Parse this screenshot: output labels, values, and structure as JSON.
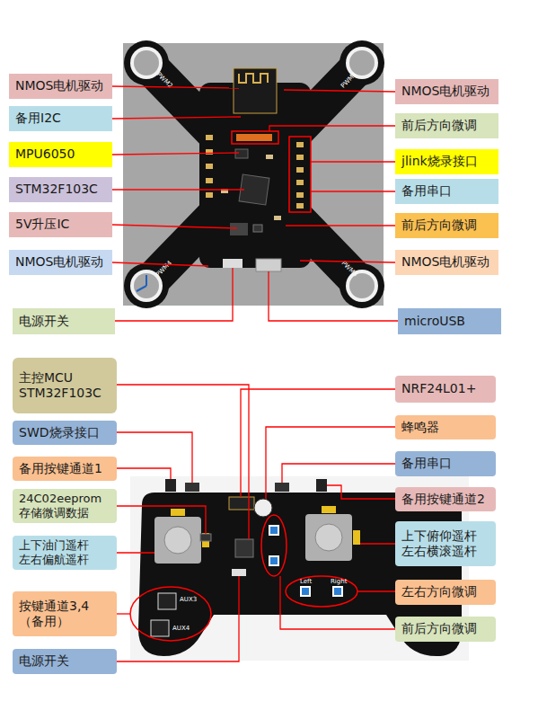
{
  "diagram": {
    "nodes": [
      {
        "text": [
          "NMOS电机驱动"
        ]
      },
      {
        "text": [
          "NMOS电机驱动"
        ]
      },
      {
        "text": [
          "备用I2C"
        ]
      },
      {
        "text": [
          "前后方向微调"
        ]
      },
      {
        "text": [
          "MPU6050"
        ]
      },
      {
        "text": [
          "jlink烧录接口"
        ]
      },
      {
        "text": [
          "STM32F103C"
        ]
      },
      {
        "text": [
          "备用串口"
        ]
      },
      {
        "text": [
          "5V升压IC"
        ]
      },
      {
        "text": [
          "前后方向微调"
        ]
      },
      {
        "text": [
          "NMOS电机驱动"
        ]
      },
      {
        "text": [
          "NMOS电机驱动"
        ]
      },
      {
        "text": [
          "电源开关"
        ]
      },
      {
        "text": [
          "microUSB"
        ]
      },
      {
        "text": [
          "主控MCU STM32F103C"
        ]
      },
      {
        "text": [
          "NRF24L01+"
        ]
      },
      {
        "text": [
          "蜂鸣器"
        ]
      },
      {
        "text": [
          "SWD烧录接口"
        ]
      },
      {
        "text": [
          "备用串口"
        ]
      },
      {
        "text": [
          "备用按键通道1"
        ]
      },
      {
        "text": [
          "备用按键通道2"
        ]
      },
      {
        "text": [
          "24C02eeprom 存储微调数据"
        ]
      },
      {
        "text": [
          "上下俯仰遥杆 左右横滚遥杆"
        ]
      },
      {
        "text": [
          "上下油门遥杆 左右偏航遥杆"
        ]
      },
      {
        "text": [
          "左右方向微调"
        ]
      },
      {
        "text": [
          "按键通道3,4 （备用）"
        ]
      },
      {
        "text": [
          "前后方向微调"
        ]
      },
      {
        "text": [
          "电源开关"
        ]
      }
    ],
    "labels": [
      "PWM2",
      "PWM1",
      "PWM4",
      "PWM3",
      "AUX3",
      "AUX4",
      "Left",
      "Right"
    ]
  }
}
